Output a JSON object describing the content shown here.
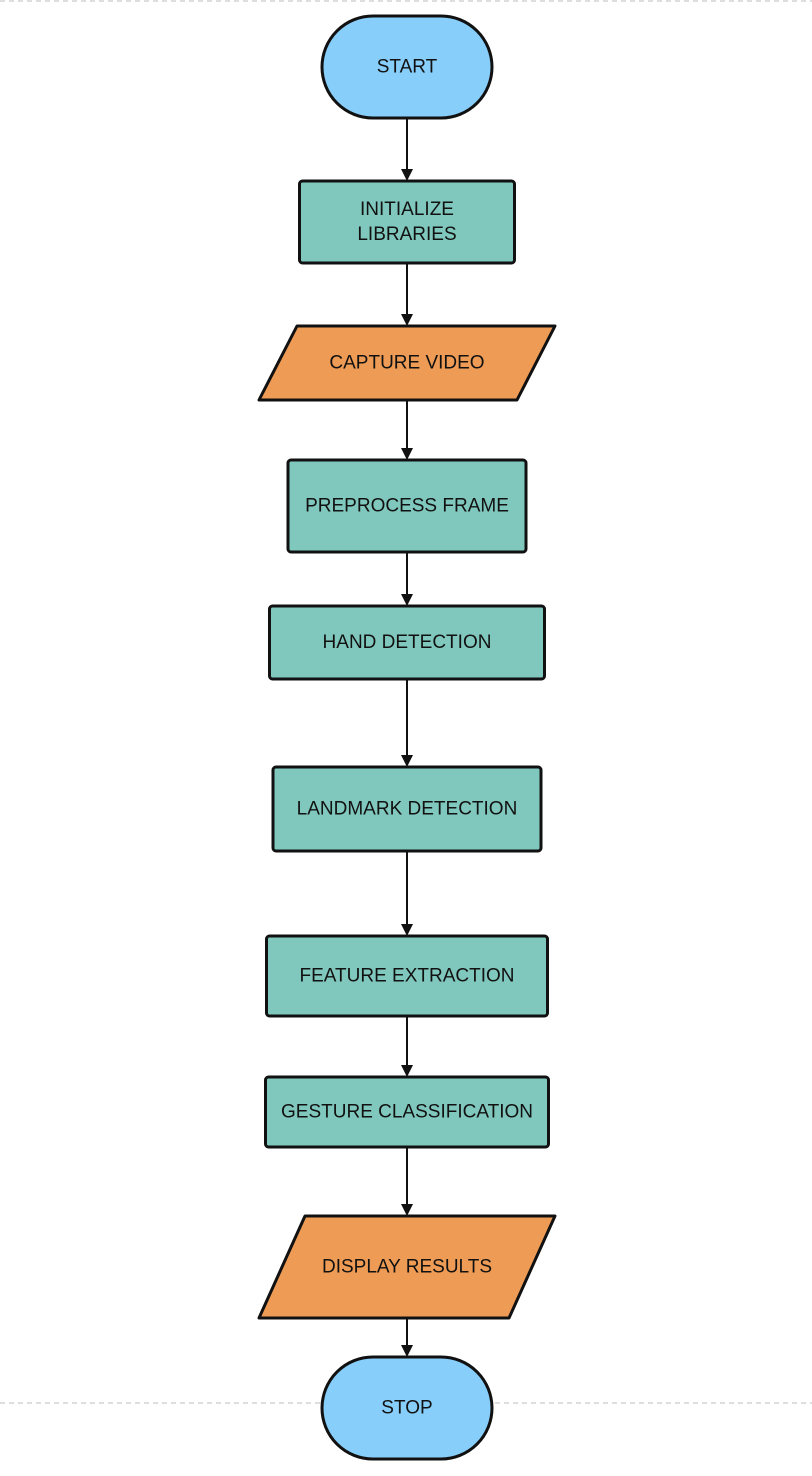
{
  "colors": {
    "terminal": "#87cefa",
    "process": "#80c8bd",
    "io": "#ee9b55",
    "stroke": "#111111"
  },
  "nodes": [
    {
      "id": "start",
      "shape": "terminal",
      "lines": [
        "START"
      ]
    },
    {
      "id": "initialize-libraries",
      "shape": "process",
      "lines": [
        "INITIALIZE",
        "LIBRARIES"
      ]
    },
    {
      "id": "capture-video",
      "shape": "io",
      "lines": [
        "CAPTURE VIDEO"
      ]
    },
    {
      "id": "preprocess-frame",
      "shape": "process",
      "lines": [
        "PREPROCESS FRAME"
      ]
    },
    {
      "id": "hand-detection",
      "shape": "process",
      "lines": [
        "HAND DETECTION"
      ]
    },
    {
      "id": "landmark-detection",
      "shape": "process",
      "lines": [
        "LANDMARK DETECTION"
      ]
    },
    {
      "id": "feature-extraction",
      "shape": "process",
      "lines": [
        "FEATURE EXTRACTION"
      ]
    },
    {
      "id": "gesture-classification",
      "shape": "process",
      "lines": [
        "GESTURE CLASSIFICATION"
      ]
    },
    {
      "id": "display-results",
      "shape": "io",
      "lines": [
        "DISPLAY RESULTS"
      ]
    },
    {
      "id": "stop",
      "shape": "terminal",
      "lines": [
        "STOP"
      ]
    }
  ],
  "edges": [
    {
      "from": "start",
      "to": "initialize-libraries"
    },
    {
      "from": "initialize-libraries",
      "to": "capture-video"
    },
    {
      "from": "capture-video",
      "to": "preprocess-frame"
    },
    {
      "from": "preprocess-frame",
      "to": "hand-detection"
    },
    {
      "from": "hand-detection",
      "to": "landmark-detection"
    },
    {
      "from": "landmark-detection",
      "to": "feature-extraction"
    },
    {
      "from": "feature-extraction",
      "to": "gesture-classification"
    },
    {
      "from": "gesture-classification",
      "to": "display-results"
    },
    {
      "from": "display-results",
      "to": "stop"
    }
  ]
}
